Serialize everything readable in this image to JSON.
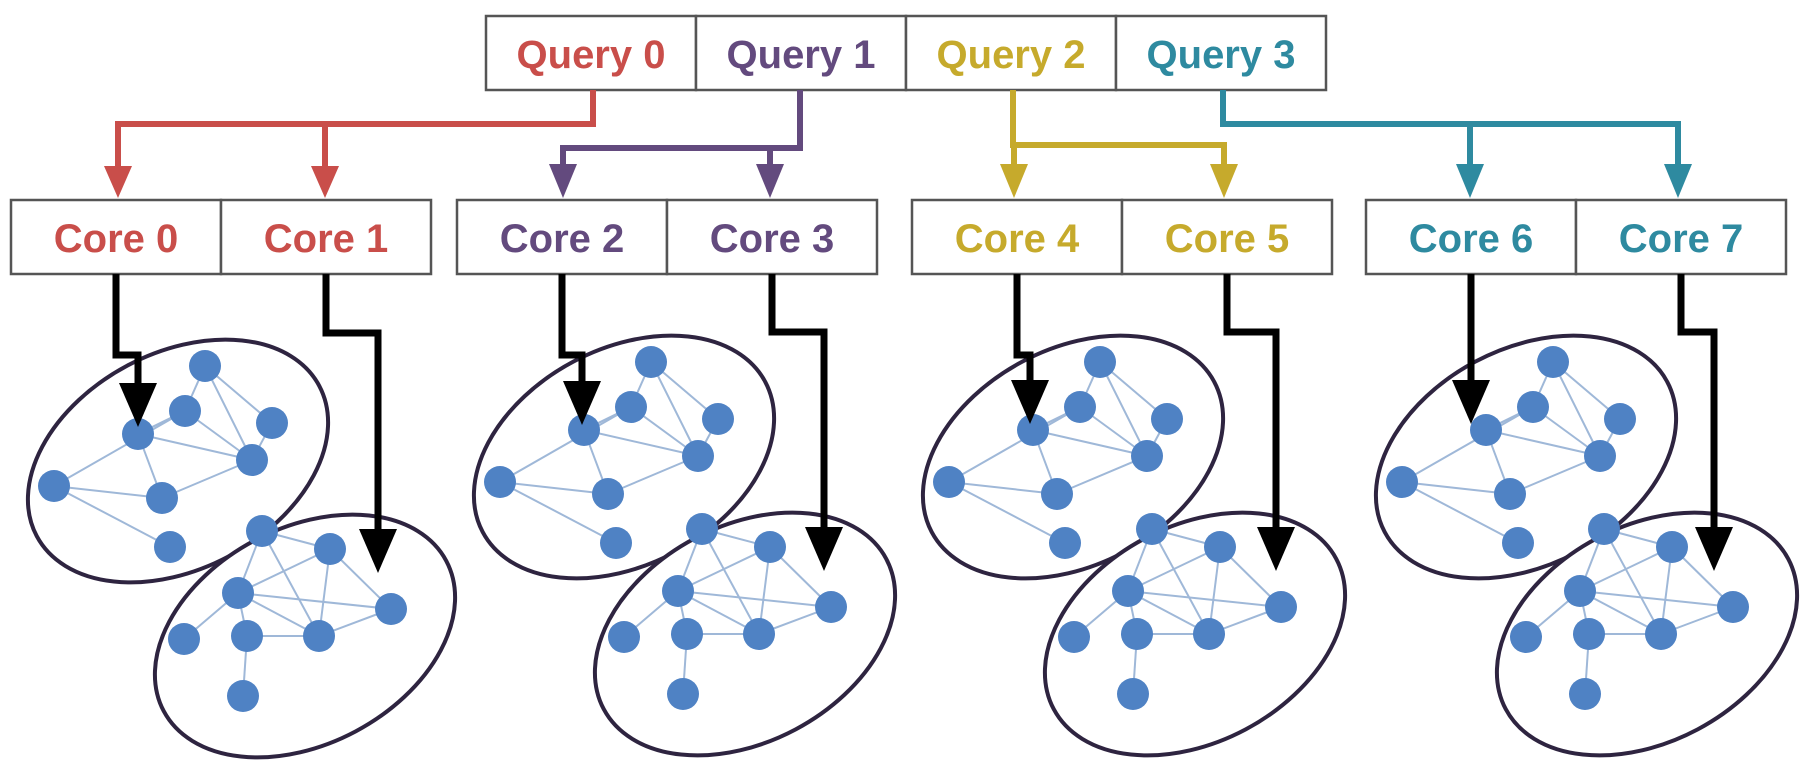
{
  "colors": {
    "query_0": "#c94e4a",
    "query_1": "#634a7e",
    "query_2": "#c6aa2c",
    "query_3": "#2e8aa0",
    "box_border": "#555555",
    "arrow": "#000000",
    "node": "#4f82c4",
    "edge": "#9fb8d8",
    "ellipse": "#2e2440"
  },
  "queries": [
    {
      "label": "Query 0",
      "color": "#c94e4a",
      "cores": [
        0,
        1
      ]
    },
    {
      "label": "Query 1",
      "color": "#634a7e",
      "cores": [
        2,
        3
      ]
    },
    {
      "label": "Query 2",
      "color": "#c6aa2c",
      "cores": [
        4,
        5
      ]
    },
    {
      "label": "Query 3",
      "color": "#2e8aa0",
      "cores": [
        6,
        7
      ]
    }
  ],
  "cores": [
    {
      "label": "Core 0",
      "query": 0
    },
    {
      "label": "Core 1",
      "query": 0
    },
    {
      "label": "Core 2",
      "query": 1
    },
    {
      "label": "Core 3",
      "query": 1
    },
    {
      "label": "Core 4",
      "query": 2
    },
    {
      "label": "Core 5",
      "query": 2
    },
    {
      "label": "Core 6",
      "query": 3
    },
    {
      "label": "Core 7",
      "query": 3
    }
  ],
  "graph_icons": [
    {
      "core": 0,
      "kind": "graph-a"
    },
    {
      "core": 1,
      "kind": "graph-b"
    },
    {
      "core": 2,
      "kind": "graph-a"
    },
    {
      "core": 3,
      "kind": "graph-b"
    },
    {
      "core": 4,
      "kind": "graph-a"
    },
    {
      "core": 5,
      "kind": "graph-b"
    },
    {
      "core": 6,
      "kind": "graph-a"
    },
    {
      "core": 7,
      "kind": "graph-b"
    }
  ]
}
